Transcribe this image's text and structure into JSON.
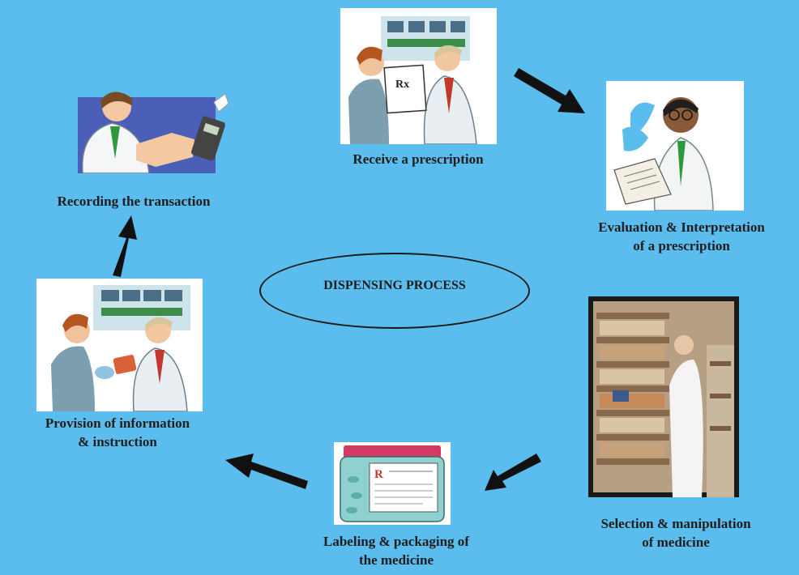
{
  "diagram": {
    "center_title": "DISPENSING PROCESS",
    "steps": [
      {
        "label_lines": [
          "Receive a prescription"
        ],
        "illustration": "pharmacist-receiving-rx-illustration"
      },
      {
        "label_lines": [
          "Evaluation & Interpretation",
          "of a prescription"
        ],
        "illustration": "pharmacist-reading-illustration"
      },
      {
        "label_lines": [
          "Selection & manipulation",
          "of medicine"
        ],
        "illustration": "pharmacy-shelves-photo"
      },
      {
        "label_lines": [
          "Labeling & packaging of",
          "the medicine"
        ],
        "illustration": "labeled-medicine-jar-illustration"
      },
      {
        "label_lines": [
          "Provision of information",
          "& instruction"
        ],
        "illustration": "pharmacist-counseling-illustration"
      },
      {
        "label_lines": [
          "Recording the transaction"
        ],
        "illustration": "cash-register-illustration"
      }
    ],
    "rx_text": "Rx",
    "jar_label_text": "R",
    "colors": {
      "background": "#5bbdee",
      "arrow": "#111111",
      "tie": "#2c9a3c"
    }
  }
}
